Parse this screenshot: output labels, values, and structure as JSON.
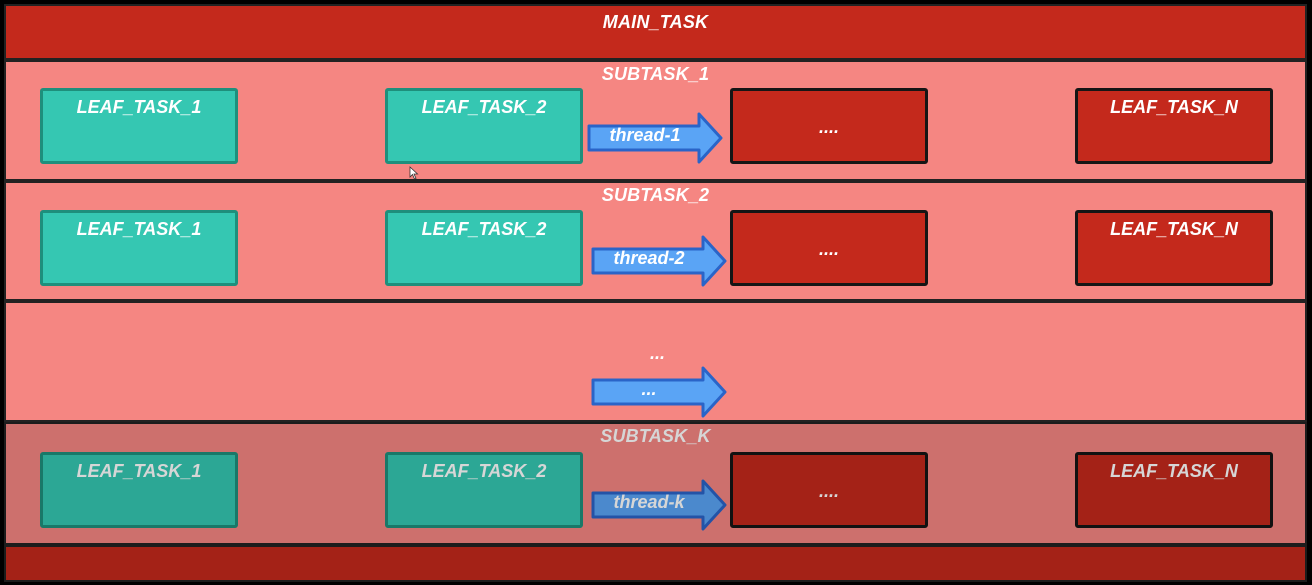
{
  "diagram": {
    "main_task": {
      "label": "MAIN_TASK"
    },
    "subtasks": [
      {
        "title": "SUBTASK_1",
        "leaf_1": "LEAF_TASK_1",
        "leaf_2": "LEAF_TASK_2",
        "arrow": "thread-1",
        "ellipsis": "....",
        "leaf_n": "LEAF_TASK_N"
      },
      {
        "title": "SUBTASK_2",
        "leaf_1": "LEAF_TASK_1",
        "leaf_2": "LEAF_TASK_2",
        "arrow": "thread-2",
        "ellipsis": "....",
        "leaf_n": "LEAF_TASK_N"
      },
      {
        "title": "SUBTASK_K",
        "leaf_1": "LEAF_TASK_1",
        "leaf_2": "LEAF_TASK_2",
        "arrow": "thread-k",
        "ellipsis": "....",
        "leaf_n": "LEAF_TASK_N"
      }
    ],
    "gap_row": {
      "ellipsis": "...",
      "arrow": "..."
    }
  },
  "colors": {
    "main_band": "#c4291c",
    "subtask_band": "#f58682",
    "leaf_teal": "#35c7b2",
    "leaf_red": "#c4291c",
    "arrow_blue": "#5aa4f5"
  }
}
